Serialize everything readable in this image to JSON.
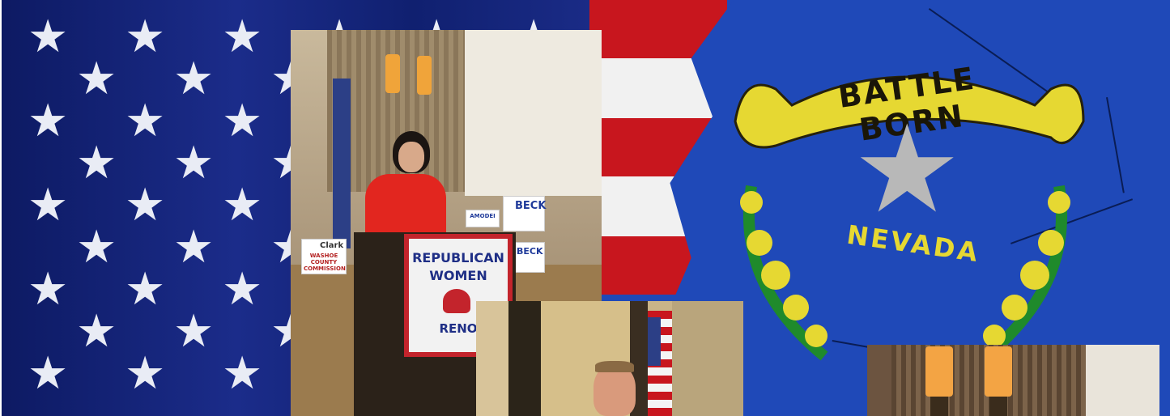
{
  "banner": {
    "nevada_motto": "BATTLE BORN",
    "nevada_name": "NEVADA",
    "podium_sign": {
      "line1": "REPUBLICAN",
      "line2": "WOMEN",
      "line3": "RENO"
    },
    "campaign_signs": {
      "beck": "BECK",
      "amodei": "AMODEI",
      "washoe": "WASHOE COUNTY COMMISSION",
      "clark": "Clark"
    }
  },
  "colors": {
    "us_blue": "#13237a",
    "nevada_blue": "#1f49b8",
    "nevada_gold": "#e6d832",
    "speaker_jacket": "#e2261f"
  }
}
